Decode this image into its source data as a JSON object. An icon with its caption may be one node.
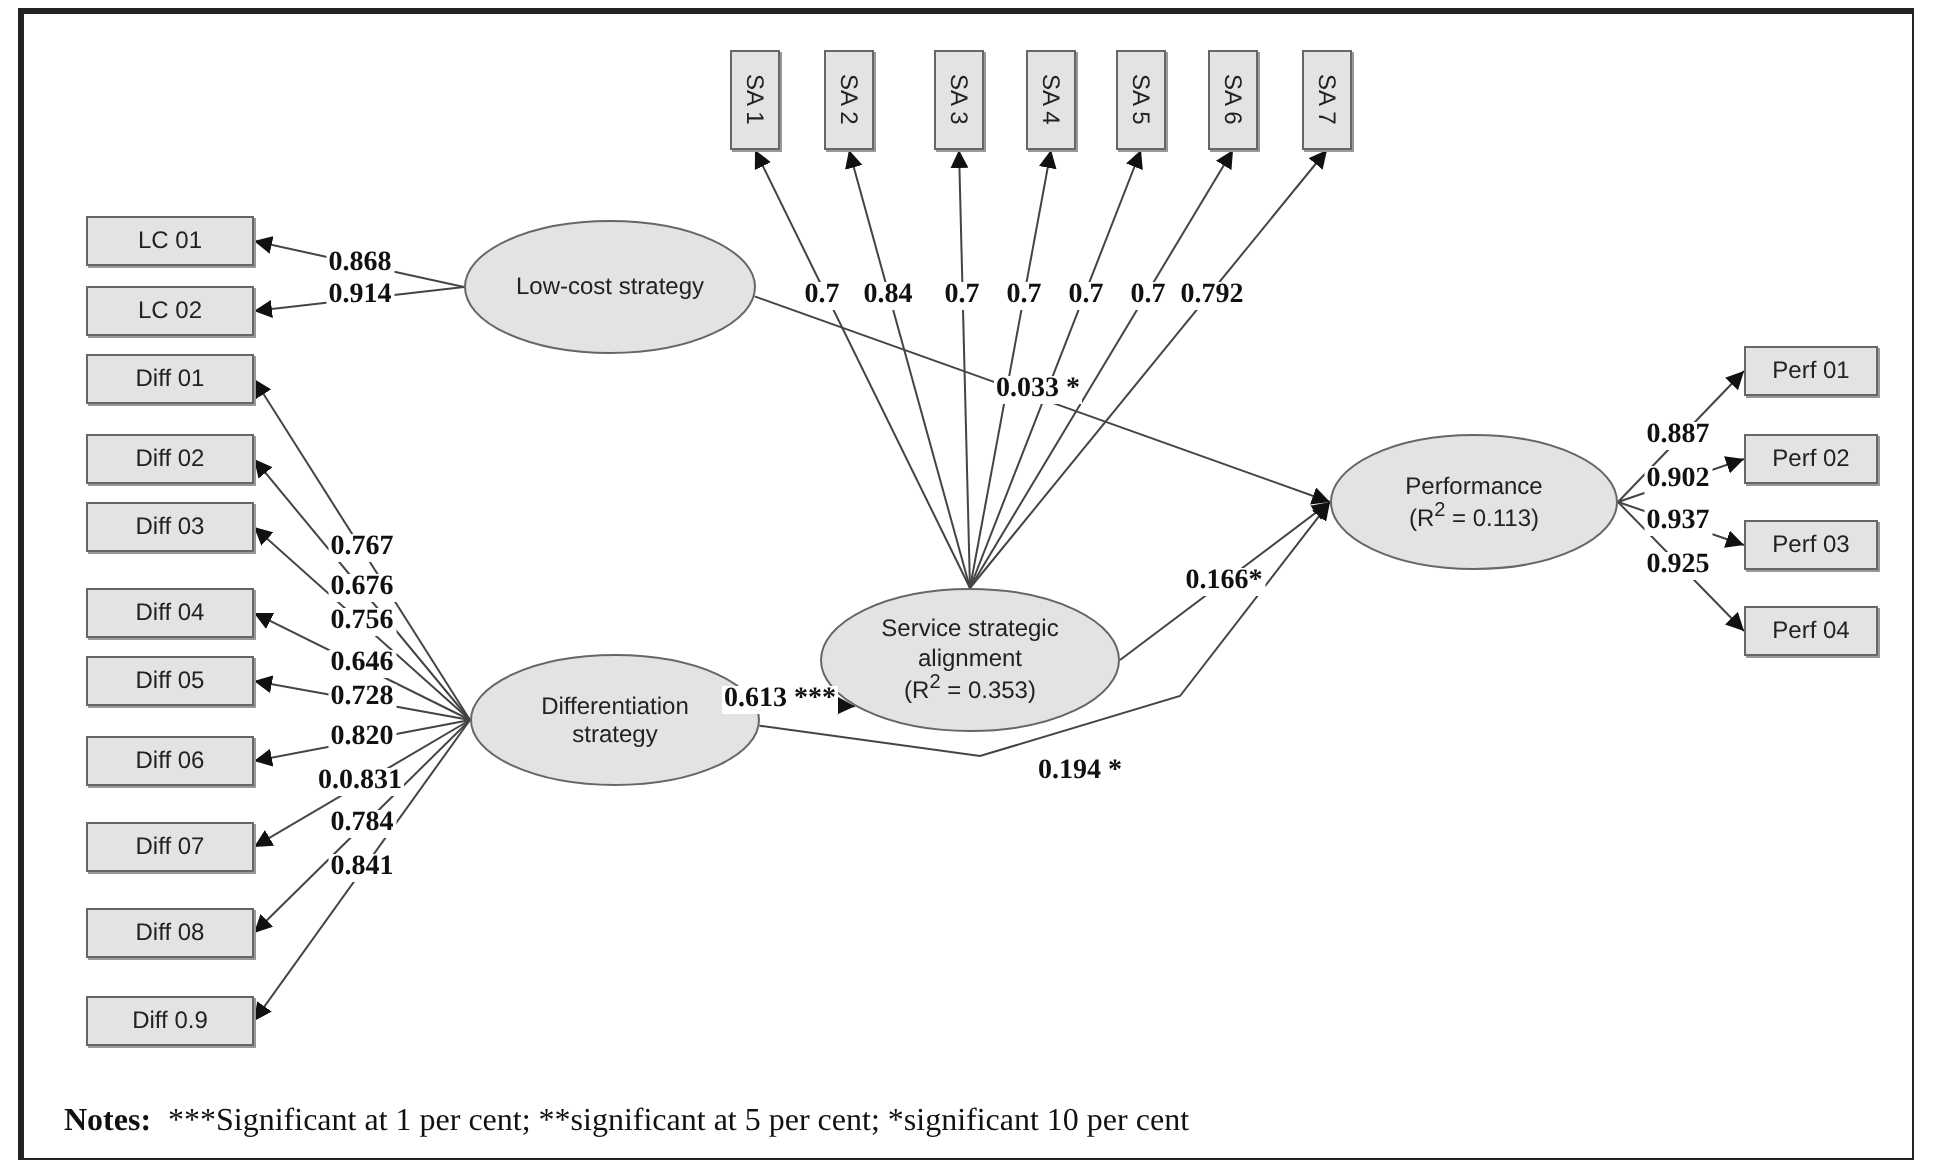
{
  "diagram": {
    "nodes": [
      {
        "text": [
          "SA 1"
        ]
      },
      {
        "text": [
          "SA 2"
        ]
      },
      {
        "text": [
          "SA 3"
        ]
      },
      {
        "text": [
          "SA 4"
        ]
      },
      {
        "text": [
          "SA 5"
        ]
      },
      {
        "text": [
          "SA 6"
        ]
      },
      {
        "text": [
          "SA 7"
        ]
      },
      {
        "text": [
          "LC 01"
        ]
      },
      {
        "text": [
          "LC 02"
        ]
      },
      {
        "text": [
          "Low-cost strategy"
        ]
      },
      {
        "text": [
          "Diff 01"
        ]
      },
      {
        "text": [
          "Diff 02"
        ]
      },
      {
        "text": [
          "Diff 03"
        ]
      },
      {
        "text": [
          "Diff 04"
        ]
      },
      {
        "text": [
          "Diff 05"
        ]
      },
      {
        "text": [
          "Diff 06"
        ]
      },
      {
        "text": [
          "Diff 07"
        ]
      },
      {
        "text": [
          "Diff 08"
        ]
      },
      {
        "text": [
          "Diff 0.9"
        ]
      },
      {
        "text": [
          "Differentiation strategy"
        ]
      },
      {
        "text": [
          "Service strategic alignment",
          "(R$^{2}$ = 0.353)"
        ]
      },
      {
        "text": [
          "Performance",
          "(R$^{2}$ = 0.113)"
        ]
      },
      {
        "text": [
          "Perf 01"
        ]
      },
      {
        "text": [
          "Perf 02"
        ]
      },
      {
        "text": [
          "Perf 03"
        ]
      },
      {
        "text": [
          "Perf 04"
        ]
      }
    ],
    "edges": [
      {
        "from": 9,
        "to": 7,
        "arrow": "to",
        "label": "0.868"
      },
      {
        "from": 9,
        "to": 8,
        "arrow": "to",
        "label": "0.914"
      },
      {
        "from": 20,
        "to": 0,
        "arrow": "to",
        "label": "0.7"
      },
      {
        "from": 20,
        "to": 1,
        "arrow": "to",
        "label": "0.84"
      },
      {
        "from": 20,
        "to": 2,
        "arrow": "to",
        "label": "0.7"
      },
      {
        "from": 20,
        "to": 3,
        "arrow": "to",
        "label": "0.7"
      },
      {
        "from": 20,
        "to": 4,
        "arrow": "to",
        "label": "0.7"
      },
      {
        "from": 20,
        "to": 5,
        "arrow": "to",
        "label": "0.7"
      },
      {
        "from": 20,
        "to": 6,
        "arrow": "to",
        "label": "0.792"
      },
      {
        "from": 9,
        "to": 21,
        "arrow": "to",
        "label": "0.033 *"
      },
      {
        "from": 19,
        "to": 10,
        "arrow": "to",
        "label": "0.767"
      },
      {
        "from": 19,
        "to": 11,
        "arrow": "to",
        "label": "0.676"
      },
      {
        "from": 19,
        "to": 12,
        "arrow": "to",
        "label": "0.756"
      },
      {
        "from": 19,
        "to": 13,
        "arrow": "to",
        "label": "0.646"
      },
      {
        "from": 19,
        "to": 14,
        "arrow": "to",
        "label": "0.728"
      },
      {
        "from": 19,
        "to": 15,
        "arrow": "to",
        "label": "0.820"
      },
      {
        "from": 19,
        "to": 16,
        "arrow": "to",
        "label": "0.0.831"
      },
      {
        "from": 19,
        "to": 17,
        "arrow": "to",
        "label": "0.784"
      },
      {
        "from": 19,
        "to": 18,
        "arrow": "to",
        "label": "0.841"
      },
      {
        "from": 19,
        "to": 20,
        "arrow": "to",
        "label": "0.613 ***"
      },
      {
        "from": 20,
        "to": 21,
        "arrow": "to",
        "label": "0.166*"
      },
      {
        "from": 19,
        "to": 21,
        "arrow": "to",
        "label": "0.194 *"
      },
      {
        "from": 21,
        "to": 22,
        "arrow": "to",
        "label": "0.887"
      },
      {
        "from": 21,
        "to": 23,
        "arrow": "to",
        "label": "0.902"
      },
      {
        "from": 21,
        "to": 24,
        "arrow": "to",
        "label": "0.937"
      },
      {
        "from": 21,
        "to": 25,
        "arrow": "to",
        "label": "0.925"
      }
    ],
    "labels": [
      "Notes:",
      "***Significant at 1 per cent; **significant at 5 per cent; *significant 10 per cent"
    ]
  }
}
